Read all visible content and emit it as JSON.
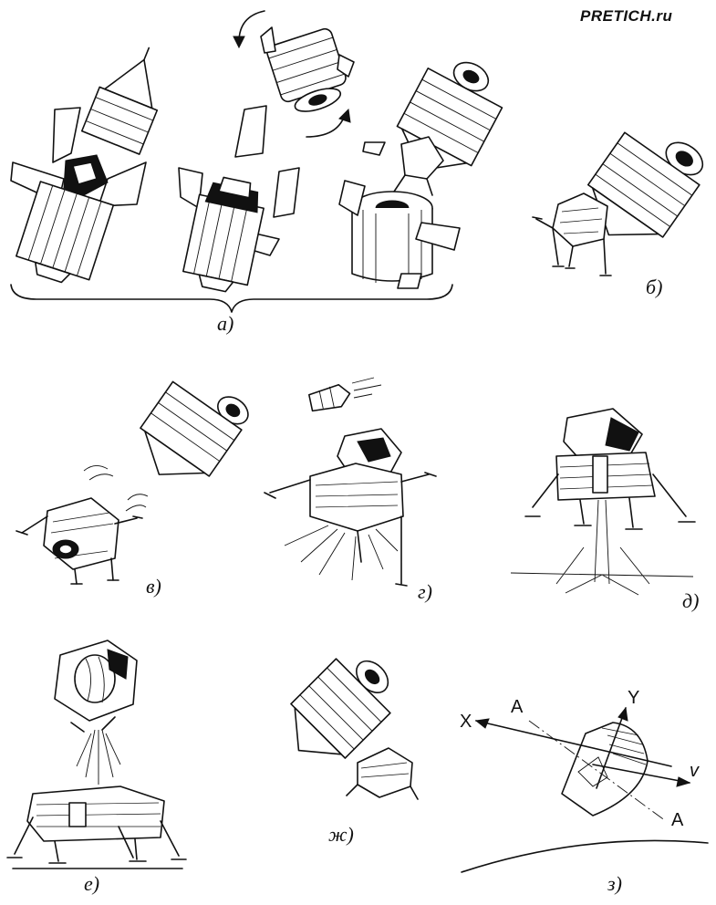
{
  "watermark": "PRETICH.ru",
  "panels": [
    {
      "id": "a",
      "label": "а)"
    },
    {
      "id": "b",
      "label": "б)"
    },
    {
      "id": "v",
      "label": "в)"
    },
    {
      "id": "g",
      "label": "г)"
    },
    {
      "id": "d",
      "label": "д)"
    },
    {
      "id": "e",
      "label": "е)"
    },
    {
      "id": "zh",
      "label": "ж)"
    },
    {
      "id": "z",
      "label": "з)"
    }
  ],
  "axes": {
    "a_top": "A",
    "a_bottom": "A",
    "x": "X",
    "y": "Y",
    "v": "v"
  }
}
